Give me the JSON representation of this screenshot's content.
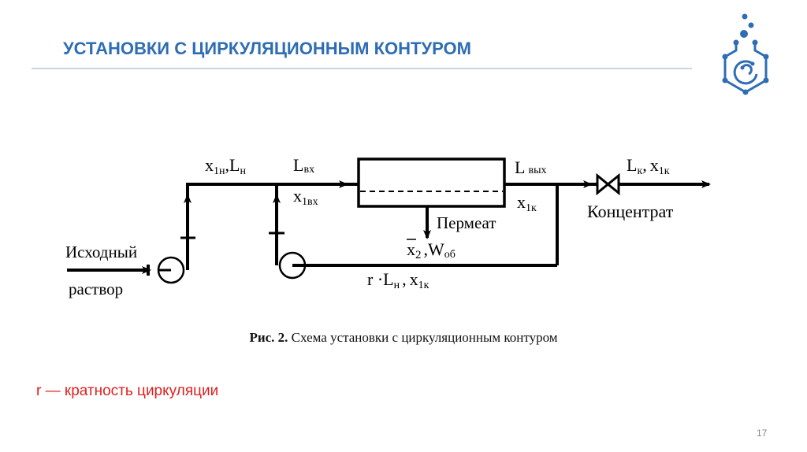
{
  "slide": {
    "title": "УСТАНОВКИ С ЦИРКУЛЯЦИОННЫМ КОНТУРОМ",
    "page_number": "17",
    "accent_color": "#2e6db4",
    "note_color": "#e02020"
  },
  "logo": {
    "icon": "flask-molecule-logo-icon"
  },
  "diagram": {
    "labels": {
      "feed_line1": "Исходный",
      "feed_line2": "раствор",
      "x1n": "x",
      "x1n_sub": "1н",
      "ln_sep": ",",
      "ln": "L",
      "ln_sub": "н",
      "lvx": "L",
      "lvx_sub": "вх",
      "x1vx": "x",
      "x1vx_sub": "1вх",
      "lvyx": "L",
      "lvyx_sub": "вых",
      "x1k_out": "x",
      "x1k_out_sub": "1к",
      "permeate": "Пермеат",
      "x2": "x",
      "x2_sub": "2",
      "wob_sep": ",",
      "wob": "W",
      "wob_sub": "об",
      "lk": "L",
      "lk_sub": "к",
      "lk_sep": ",",
      "x1k_conc": "x",
      "x1k_conc_sub": "1к",
      "concentrate": "Концентрат",
      "recycle_r": "r ·",
      "recycle_l": "L",
      "recycle_l_sub": "н",
      "recycle_sep": ",",
      "recycle_x": "x",
      "recycle_x_sub": "1к"
    }
  },
  "caption": {
    "bold": "Рис. 2.",
    "text": " Схема установки с циркуляционным контуром"
  },
  "note": "r — кратность циркуляции"
}
